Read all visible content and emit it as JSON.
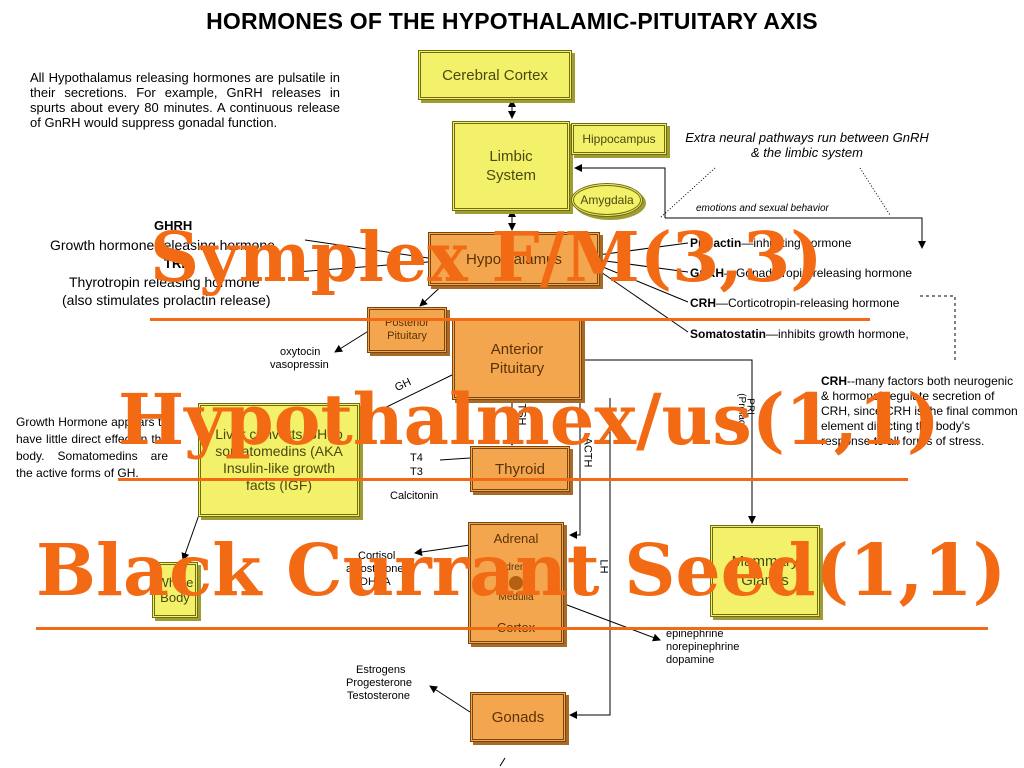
{
  "title": "HORMONES OF THE HYPOTHALAMIC-PITUITARY AXIS",
  "intro_text": "All Hypothalamus releasing hormones are pulsatile in their secretions. For example, GnRH releases in spurts about every 80 minutes. A continuous release of GnRH would suppress gonadal function.",
  "boxes": {
    "cerebral_cortex": "Cerebral Cortex",
    "limbic_system": "Limbic System",
    "hippocampus": "Hippocampus",
    "amygdala": "Amygdala",
    "hypothalamus": "Hypothalamus",
    "posterior_pituitary": "Posterior Pituitary",
    "anterior_pituitary": "Anterior Pituitary",
    "liver": "Liver converts GH to somatomedins (AKA Insulin-like growth facts (IGF)",
    "whole_body": "Whole Body",
    "thyroid": "Thyroid",
    "adrenal_title": "Adrenal",
    "adrenal_inner": "Adrenal",
    "medulla": "Medulla",
    "cortex": "Cortex",
    "mammary": "Mammary Glands",
    "gonads": "Gonads"
  },
  "labels": {
    "extra_neural": "Extra neural pathways run between GnRH & the limbic system",
    "emotions": "emotions and sexual behavior",
    "ghrh_abbr": "GHRH",
    "ghrh_full": "Growth hormone-releasing hormone",
    "trh_abbr": "TRH",
    "trh_full": "Thyrotropin releasing hormone",
    "trh_note": "(also stimulates prolactin release)",
    "prolactin_abbr": "Prolactin",
    "prolactin_rest": "—inhibiting hormone",
    "gnrh_abbr": "GnRH",
    "gnrh_rest": "—Gonadotropin-releasing hormone",
    "crh_abbr": "CRH",
    "crh_rest": "—Corticotropin-releasing hormone",
    "somato_abbr": "Somatostatin",
    "somato_rest": "—inhibits growth hormone,",
    "oxytocin": "oxytocin",
    "vasopressin": "vasopressin",
    "gh": "GH",
    "tsh": "TSH",
    "acth": "ACTH",
    "prl": "PRL",
    "prl_sub": "(Prolactin)",
    "lh": "LH",
    "t4": "T4",
    "t3": "T3",
    "calcitonin": "Calcitonin",
    "cortisol": "Cortisol",
    "aldosterone": "aldosterone",
    "dhea": "DHEA",
    "epinephrine": "epinephrine",
    "norepinephrine": "norepinephrine",
    "dopamine": "dopamine",
    "estrogens": "Estrogens",
    "progesterone": "Progesterone",
    "testosterone": "Testosterone",
    "crh_note_abbr": "CRH",
    "crh_note_rest": "--many factors both neurogenic & hormonal regulate secretion of CRH, since CRH is the final common element directing the body's response to all forms of stress.",
    "gh_note": "Growth Hormone appears to have little direct effect in the body. Somatomedins are the active forms of GH."
  },
  "overlay": {
    "line1": "Symplex F/M(3,3)",
    "line2": "Hypothalmex/us(1,1)",
    "line3": "Black Currant Seed(1,1)",
    "color": "#f26a14"
  },
  "colors": {
    "yellow_box": "#f3f06a",
    "orange_box": "#f4a64e",
    "overlay": "#f26a14"
  }
}
